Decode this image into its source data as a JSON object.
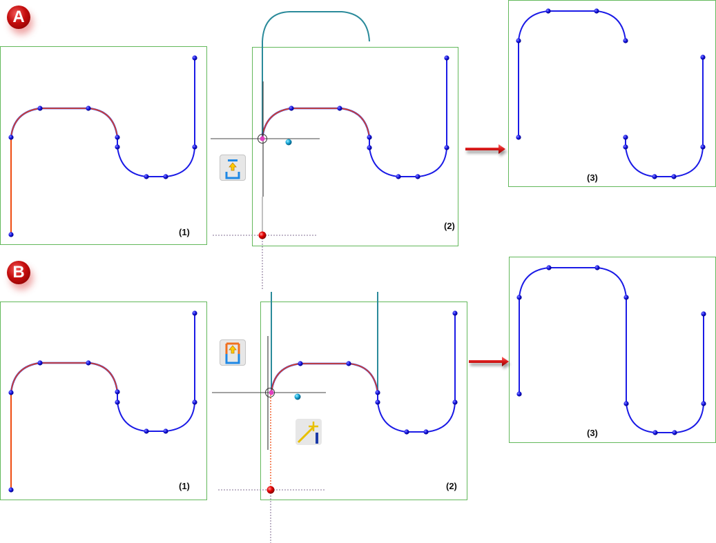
{
  "sections": [
    {
      "badge": "A",
      "labels": [
        "(1)",
        "(2)",
        "(3)"
      ],
      "tool": "trim-to-point-icon"
    },
    {
      "badge": "B",
      "labels": [
        "(1)",
        "(2)",
        "(3)"
      ],
      "tool": "trim-to-point-extend-icon",
      "cursor_tool": "line-cursor-icon"
    }
  ],
  "colors": {
    "frame": "#62b85a",
    "curve_blue": "#1a1ae6",
    "curve_selected": "#ee4a10",
    "preview": "#2a8a9a",
    "badge": "#c40d0d",
    "arrow": "#cc1a1a"
  }
}
